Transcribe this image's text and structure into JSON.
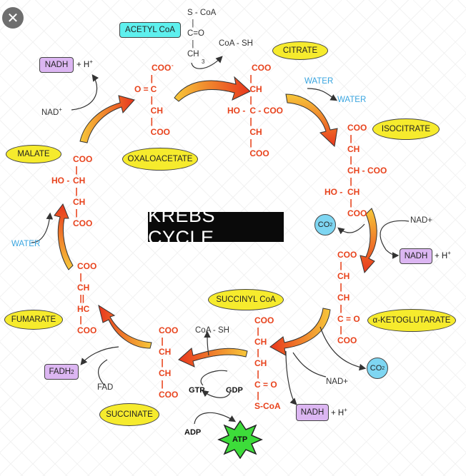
{
  "title": "KREBS CYCLE",
  "close_label": "✕",
  "colors": {
    "arrow_start": "#f7c83a",
    "arrow_end": "#e8361d",
    "chem_text": "#e8431d",
    "water_text": "#39a5e0",
    "oval_fill": "#f6eb2d",
    "nadh_fill": "#dcb6f2",
    "acetyl_fill": "#5ef0ee",
    "co2_fill": "#7ed6f2",
    "atp_fill": "#3ddc3a"
  },
  "molecules": {
    "oxaloacetate": "OXALOACETATE",
    "citrate": "CITRATE",
    "isocitrate": "ISOCITRATE",
    "ketoglutarate": "α-KETOGLUTARATE",
    "succinyl_coa": "SUCCINYL CoA",
    "succinate": "SUCCINATE",
    "fumarate": "FUMARATE",
    "malate": "MALATE",
    "acetyl_coa": "ACETYL CoA"
  },
  "cofactors": {
    "nadh": "NADH",
    "nad": "NAD",
    "nad_plus": "NAD+",
    "fadh2": "FADH",
    "fad": "FAD",
    "co2": "CO",
    "h_plus": "+ H",
    "gtp": "GTP",
    "gdp": "GDP",
    "adp": "ADP",
    "atp": "ATP",
    "coa_sh": "CoA - SH",
    "water": "WATER"
  },
  "structures": {
    "acetyl": "S - CoA\n  |\nC=O\n  |\nCH",
    "oxalo_top": "COO",
    "oxalo_body": "  |\n  C\n  |\n  CH\n  |\n  COO",
    "oxalo_keto": "O =",
    "citrate_top": "COO",
    "citrate_body": "    |\n    CH\n    |\n    C - COO\n    |\n    CH\n    |\n    COO",
    "citrate_ho": "HO -",
    "isocitrate": "COO\n |\nCH\n |\nCH - COO\n |\nCH\n |\nCOO",
    "isocitrate_ho": "HO -",
    "keto": "COO\n |\nCH\n |\nCH\n |\nC = O\n |\nCOO",
    "succinyl": "COO\n |\nCH\n |\nCH\n |\nC = O\n |\nS-CoA",
    "succinate": "COO\n |\nCH\n |\nCH\n |\nCOO",
    "fumarate": "COO\n |\nCH\n ||\nHC\n |\nCOO",
    "malate": "COO\n |\nCH\n |\nCH\n |\nCOO",
    "malate_ho": "HO -"
  }
}
